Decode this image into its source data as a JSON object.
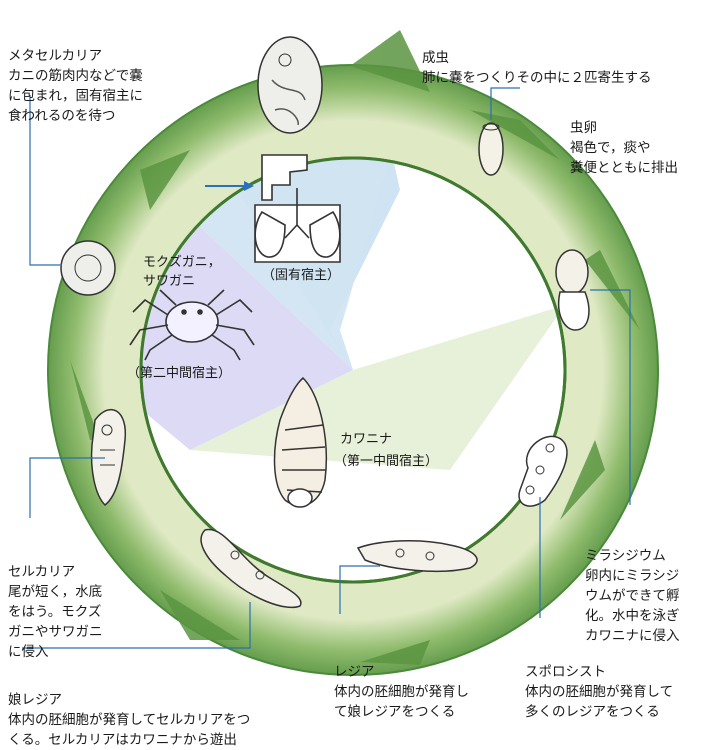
{
  "labels": {
    "metacercaria": {
      "title": "メタセルカリア",
      "desc": "カニの筋肉内などで嚢\nに包まれ，固有宿主に\n食われるのを待つ"
    },
    "adult": {
      "title": "成虫",
      "desc": "肺に嚢をつくりその中に２匹寄生する"
    },
    "egg": {
      "title": "虫卵",
      "desc": "褐色で，痰や\n糞便とともに排出"
    },
    "miracidium": {
      "title": "ミラシジウム",
      "desc": "卵内にミラシジ\nウムができて孵\n化。水中を泳ぎ\nカワニナに侵入"
    },
    "sporocyst": {
      "title": "スポロシスト",
      "desc": "体内の胚細胞が発育して\n多くのレジアをつくる"
    },
    "redia": {
      "title": "レジア",
      "desc": "体内の胚細胞が発育し\nて娘レジアをつくる"
    },
    "daughter_redia": {
      "title": "娘レジア",
      "desc": "体内の胚細胞が発育してセルカリアをつ\nくる。セルカリアはカワニナから遊出"
    },
    "cercaria": {
      "title": "セルカリア",
      "desc": "尾が短く，水底\nをはう。モクズ\nガニやサワガニ\nに侵入"
    }
  },
  "hosts": {
    "definitive": "（固有宿主）",
    "second_names": "モクズガニ，\nサワガニ",
    "second": "（第二中間宿主）",
    "first_name": "カワニナ",
    "first": "（第一中間宿主）"
  },
  "colors": {
    "ring_dark": "#4f8a3a",
    "ring_light": "#e6efcf",
    "sector_definitive": "#cfe3f2",
    "sector_second": "#dcdaf4",
    "sector_first": "#e4efd6",
    "arrow": "#2a6fc0",
    "line": "#2b6fb0"
  }
}
